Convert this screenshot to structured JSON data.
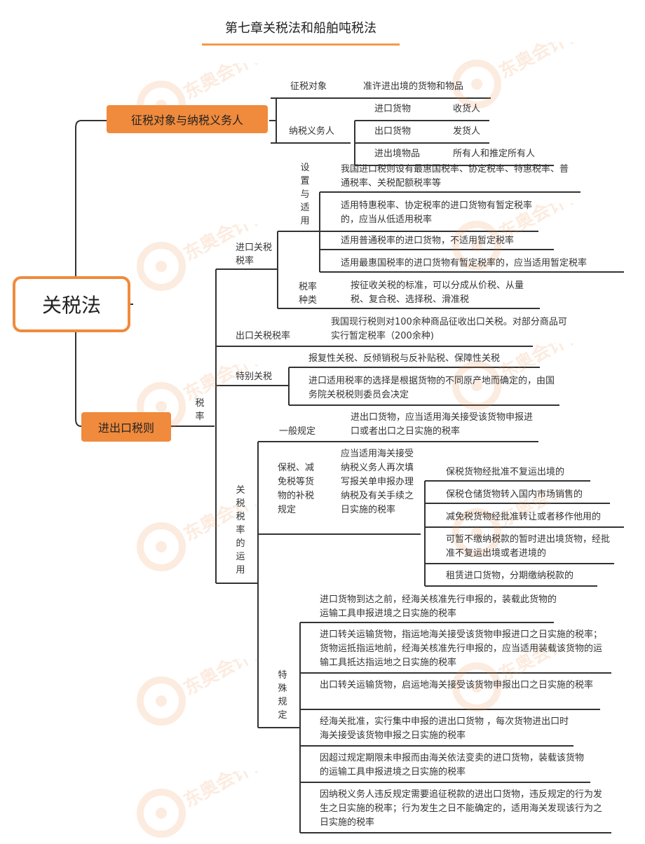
{
  "title": "第七章关税法和船舶吨税法",
  "watermark": "东奥会计在线",
  "root": "关税法",
  "branch1": {
    "label": "征税对象与纳税义务人",
    "tax_object": {
      "label": "征税对象",
      "value": "准许进出境的货物和物品"
    },
    "taxpayer": {
      "label": "纳税义务人",
      "items": [
        {
          "goods": "进口货物",
          "who": "收货人"
        },
        {
          "goods": "出口货物",
          "who": "发货人"
        },
        {
          "goods": "进出境物品",
          "who": "所有人和推定所有人"
        }
      ]
    }
  },
  "branch2": {
    "label": "进出口税则",
    "rate_label": "税率",
    "import_rate": {
      "label": "进口关税税率",
      "setup": {
        "label": "设置与适用",
        "items": [
          "我国进口税则设有最惠国税率、协定税率、特惠税率、普通税率、关税配额税率等",
          "适用特惠税率、协定税率的进口货物有暂定税率的，应当从低适用税率",
          "适用普通税率的进口货物，不适用暂定税率",
          "适用最惠国税率的进口货物有暂定税率的，应当适用暂定税率"
        ]
      },
      "types": {
        "label": "税率种类",
        "text": "按征收关税的标准，可以分成从价税、从量税、复合税、选择税、滑准税"
      }
    },
    "export_rate": {
      "label": "出口关税税率",
      "text": "我国现行税则对100余种商品征收出口关税。对部分商品可实行暂定税率（200余种)"
    },
    "special": {
      "label": "特别关税",
      "items": [
        "报复性关税、反倾销税与反补贴税、保障性关税",
        "进口适用税率的选择是根据货物的不同原产地而确定的，由国务院关税税则委员会决定"
      ]
    },
    "application": {
      "label": "关税税率的运用",
      "general": {
        "label": "一般规定",
        "text": "进出口货物，应当适用海关接受该货物申报进口或者出口之日实施的税率"
      },
      "bonded": {
        "label": "保税、减免税等货物的补税规定",
        "text": "应当适用海关接受纳税义务人再次填写报关单申报办理纳税及有关手续之日实施的税率",
        "items": [
          "保税货物经批准不复运出境的",
          "保税仓储货物转入国内市场销售的",
          "减免税货物经批准转让或者移作他用的",
          "可暂不缴纳税款的暂时进出境货物，经批准不复运出境或者进境的",
          "租赁进口货物，分期缴纳税款的"
        ]
      },
      "special_rules": {
        "label": "特殊规定",
        "items": [
          "进口货物到达之前，经海关核准先行申报的，装载此货物的运输工具申报进境之日实施的税率",
          "进口转关运输货物，指运地海关接受该货物申报进口之日实施的税率；货物运抵指运地前，经海关核准先行申报的，应当适用装载该货物的运输工具抵达指运地之日实施的税率",
          "出口转关运输货物，启运地海关接受该货物申报出口之日实施的税率",
          "经海关批准，实行集中申报的进出口货物 ，每次货物进出口时海关接受该货物申报之日实施的税率",
          "因超过规定期限未申报而由海关依法变卖的进口货物，装载该货物的运输工具申报进境之日实施的税率",
          "因纳税义务人违反规定需要追征税款的进出口货物，违反规定的行为发生之日实施的税率；行为发生之日不能确定的，适用海关发现该行为之日实施的税率"
        ]
      }
    }
  },
  "colors": {
    "accent": "#f08a3c",
    "line": "#333333",
    "underline": "#f39a4c"
  }
}
